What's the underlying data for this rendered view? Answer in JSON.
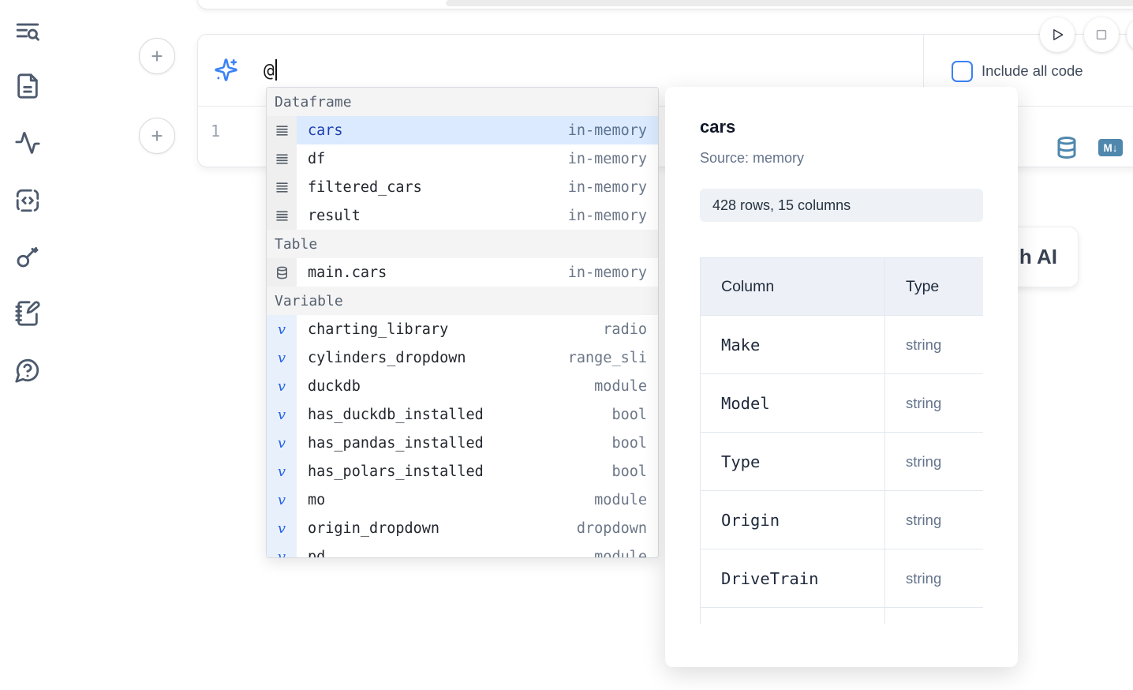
{
  "sidebar": {
    "icons": [
      {
        "name": "toc-search-icon"
      },
      {
        "name": "file-document-icon"
      },
      {
        "name": "activity-icon"
      },
      {
        "name": "code-snippets-icon"
      },
      {
        "name": "key-icon"
      },
      {
        "name": "notebook-pen-icon"
      },
      {
        "name": "help-chat-icon"
      }
    ]
  },
  "cell": {
    "add_button_label": "+",
    "ai_input_value": "@",
    "include_all_code_label": "Include all code",
    "include_all_code_checked": false,
    "line_number": "1",
    "markdown_badge": "M↓",
    "toolbar_icons": [
      "database-icon",
      "markdown-export-icon"
    ],
    "run_controls": [
      "run-button",
      "stop-button",
      "more-button-partial"
    ]
  },
  "ai_button": {
    "visible_label": "h AI"
  },
  "autocomplete": {
    "sections": [
      {
        "label": "Dataframe",
        "icon": "dataframe-rows-icon",
        "items": [
          {
            "name": "cars",
            "type": "in-memory",
            "selected": true
          },
          {
            "name": "df",
            "type": "in-memory"
          },
          {
            "name": "filtered_cars",
            "type": "in-memory"
          },
          {
            "name": "result",
            "type": "in-memory"
          }
        ]
      },
      {
        "label": "Table",
        "icon": "database-icon",
        "items": [
          {
            "name": "main.cars",
            "type": "in-memory"
          }
        ]
      },
      {
        "label": "Variable",
        "icon": "variable-v-icon",
        "items": [
          {
            "name": "charting_library",
            "type": "radio"
          },
          {
            "name": "cylinders_dropdown",
            "type": "range_sli"
          },
          {
            "name": "duckdb",
            "type": "module"
          },
          {
            "name": "has_duckdb_installed",
            "type": "bool"
          },
          {
            "name": "has_pandas_installed",
            "type": "bool"
          },
          {
            "name": "has_polars_installed",
            "type": "bool"
          },
          {
            "name": "mo",
            "type": "module"
          },
          {
            "name": "origin_dropdown",
            "type": "dropdown"
          },
          {
            "name": "pd",
            "type": "module",
            "partial": true
          }
        ]
      }
    ]
  },
  "preview": {
    "title": "cars",
    "source": "Source: memory",
    "shape": "428 rows, 15 columns",
    "table": {
      "headers": [
        "Column",
        "Type"
      ],
      "rows": [
        {
          "column": "Make",
          "type": "string"
        },
        {
          "column": "Model",
          "type": "string"
        },
        {
          "column": "Type",
          "type": "string"
        },
        {
          "column": "Origin",
          "type": "string"
        },
        {
          "column": "DriveTrain",
          "type": "string"
        },
        {
          "column": "",
          "type": "",
          "partial": true
        }
      ]
    }
  },
  "colors": {
    "accent_blue": "#3b82f6",
    "selected_row_bg": "#dbeafe",
    "steel_blue_icon": "#4f87ad",
    "variable_blue": "#2563eb"
  }
}
